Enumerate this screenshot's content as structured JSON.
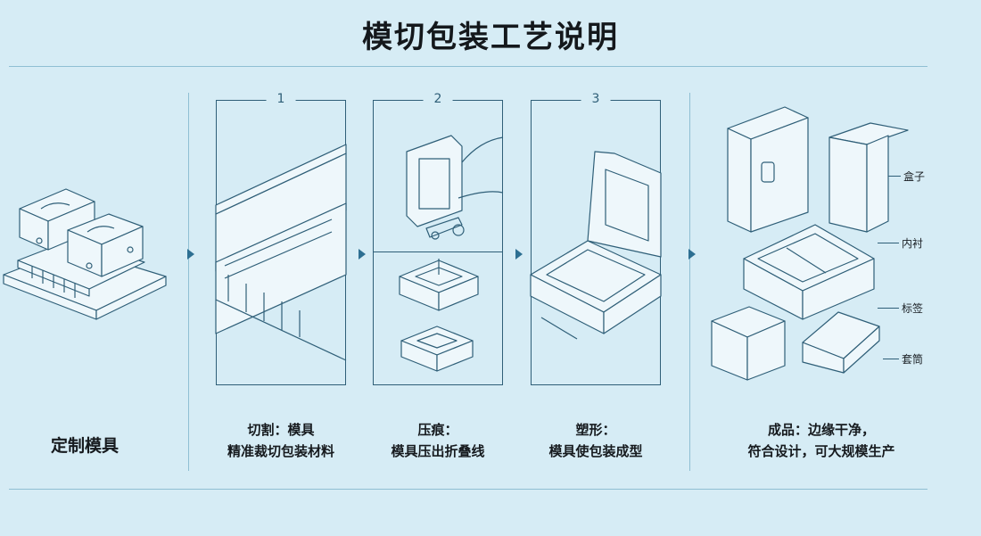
{
  "title": "模切包装工艺说明",
  "steps": [
    {
      "num": "1",
      "caption_line1": "切割：模具",
      "caption_line2": "精准裁切包装材料"
    },
    {
      "num": "2",
      "caption_line1": "压痕：",
      "caption_line2": "模具压出折叠线"
    },
    {
      "num": "3",
      "caption_line1": "塑形：",
      "caption_line2": "模具使包装成型"
    }
  ],
  "left_caption": "定制模具",
  "final_caption_line1": "成品：边缘干净，",
  "final_caption_line2": "符合设计，可大规模生产",
  "components": [
    "盒子",
    "内衬",
    "标签",
    "套筒"
  ],
  "colors": {
    "background": "#d6ecf5",
    "line": "#2f5f78",
    "accent": "#2d6f92"
  }
}
